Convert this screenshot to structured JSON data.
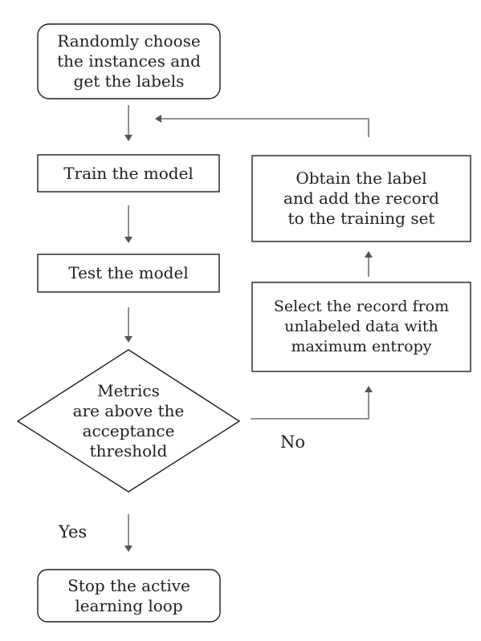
{
  "nodes": {
    "start": {
      "label": "Randomly choose\nthe instances and\nget the labels",
      "shape": "rounded-rectangle"
    },
    "train": {
      "label": "Train the model",
      "shape": "rectangle"
    },
    "test": {
      "label": "Test the model",
      "shape": "rectangle"
    },
    "decision": {
      "label": "Metrics\nare above the\nacceptance\nthreshold",
      "shape": "diamond"
    },
    "select": {
      "label": "Select the record from\nunlabeled data with\nmaximum entropy",
      "shape": "rectangle"
    },
    "obtain": {
      "label": "Obtain the label\nand  add the record\nto the training set",
      "shape": "rectangle"
    },
    "stop": {
      "label": "Stop the active\nlearning loop",
      "shape": "rounded-rectangle"
    }
  },
  "edges": [
    {
      "from": "start",
      "to": "train"
    },
    {
      "from": "train",
      "to": "test"
    },
    {
      "from": "test",
      "to": "decision"
    },
    {
      "from": "decision",
      "to": "stop",
      "label": "Yes"
    },
    {
      "from": "decision",
      "to": "select",
      "label": "No"
    },
    {
      "from": "select",
      "to": "obtain"
    },
    {
      "from": "obtain",
      "to": "train"
    }
  ],
  "edge_labels": {
    "yes": "Yes",
    "no": "No"
  },
  "colors": {
    "stroke": "#1f1f1f",
    "arrow": "#555555",
    "background": "#ffffff"
  }
}
